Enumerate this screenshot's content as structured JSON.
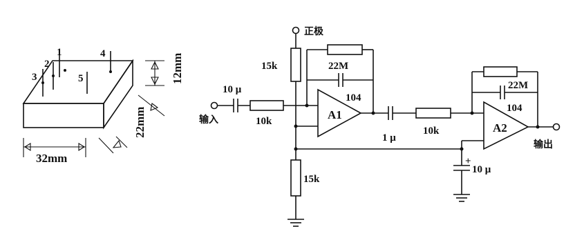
{
  "sensor": {
    "pins": [
      "1",
      "2",
      "3",
      "4",
      "5"
    ],
    "dim_length": "32mm",
    "dim_width": "22mm",
    "dim_height": "12mm"
  },
  "circuit": {
    "supply_label": "正极",
    "input_label": "输入",
    "output_label": "输出",
    "r_supply": "15k",
    "r_bottom": "15k",
    "c_input": "10 μ",
    "r_input": "10k",
    "r_feedback1": "22M",
    "c_feedback1": "104",
    "opamp1": "A1",
    "c_coupling": "1 μ",
    "r_input2": "10k",
    "r_feedback2": "22M",
    "c_feedback2": "104",
    "opamp2": "A2",
    "c_bypass": "10 μ",
    "c_bypass_plus": "+"
  }
}
